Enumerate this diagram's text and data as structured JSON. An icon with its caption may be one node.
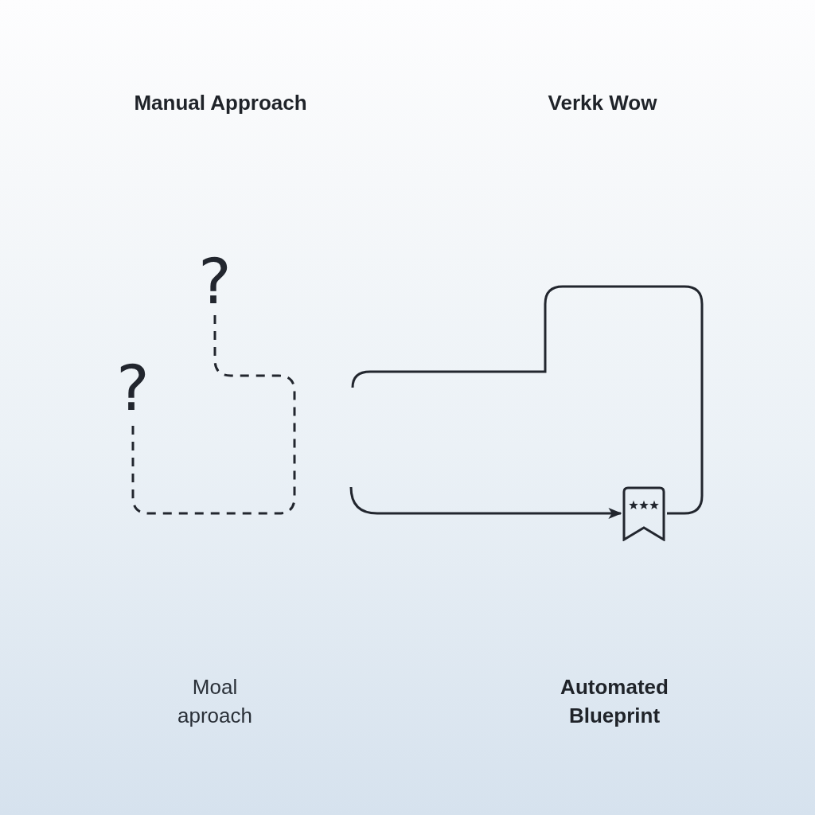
{
  "diagram": {
    "nodes": [
      {
        "text": [
          "?"
        ]
      },
      {
        "text": [
          "?"
        ]
      },
      {
        "text": [],
        "shape": "bookmark"
      }
    ],
    "edges": [
      {
        "from": 0,
        "to": 1,
        "arrow": "none",
        "style": "dashed"
      },
      {
        "from": null,
        "to": 2,
        "arrow": "to"
      },
      {
        "from": 2,
        "to": null,
        "arrow": "none"
      }
    ],
    "labels": [
      "Manual Approach",
      "Verkk Wow",
      "Moal aproach",
      "Automated Blueprint"
    ]
  }
}
